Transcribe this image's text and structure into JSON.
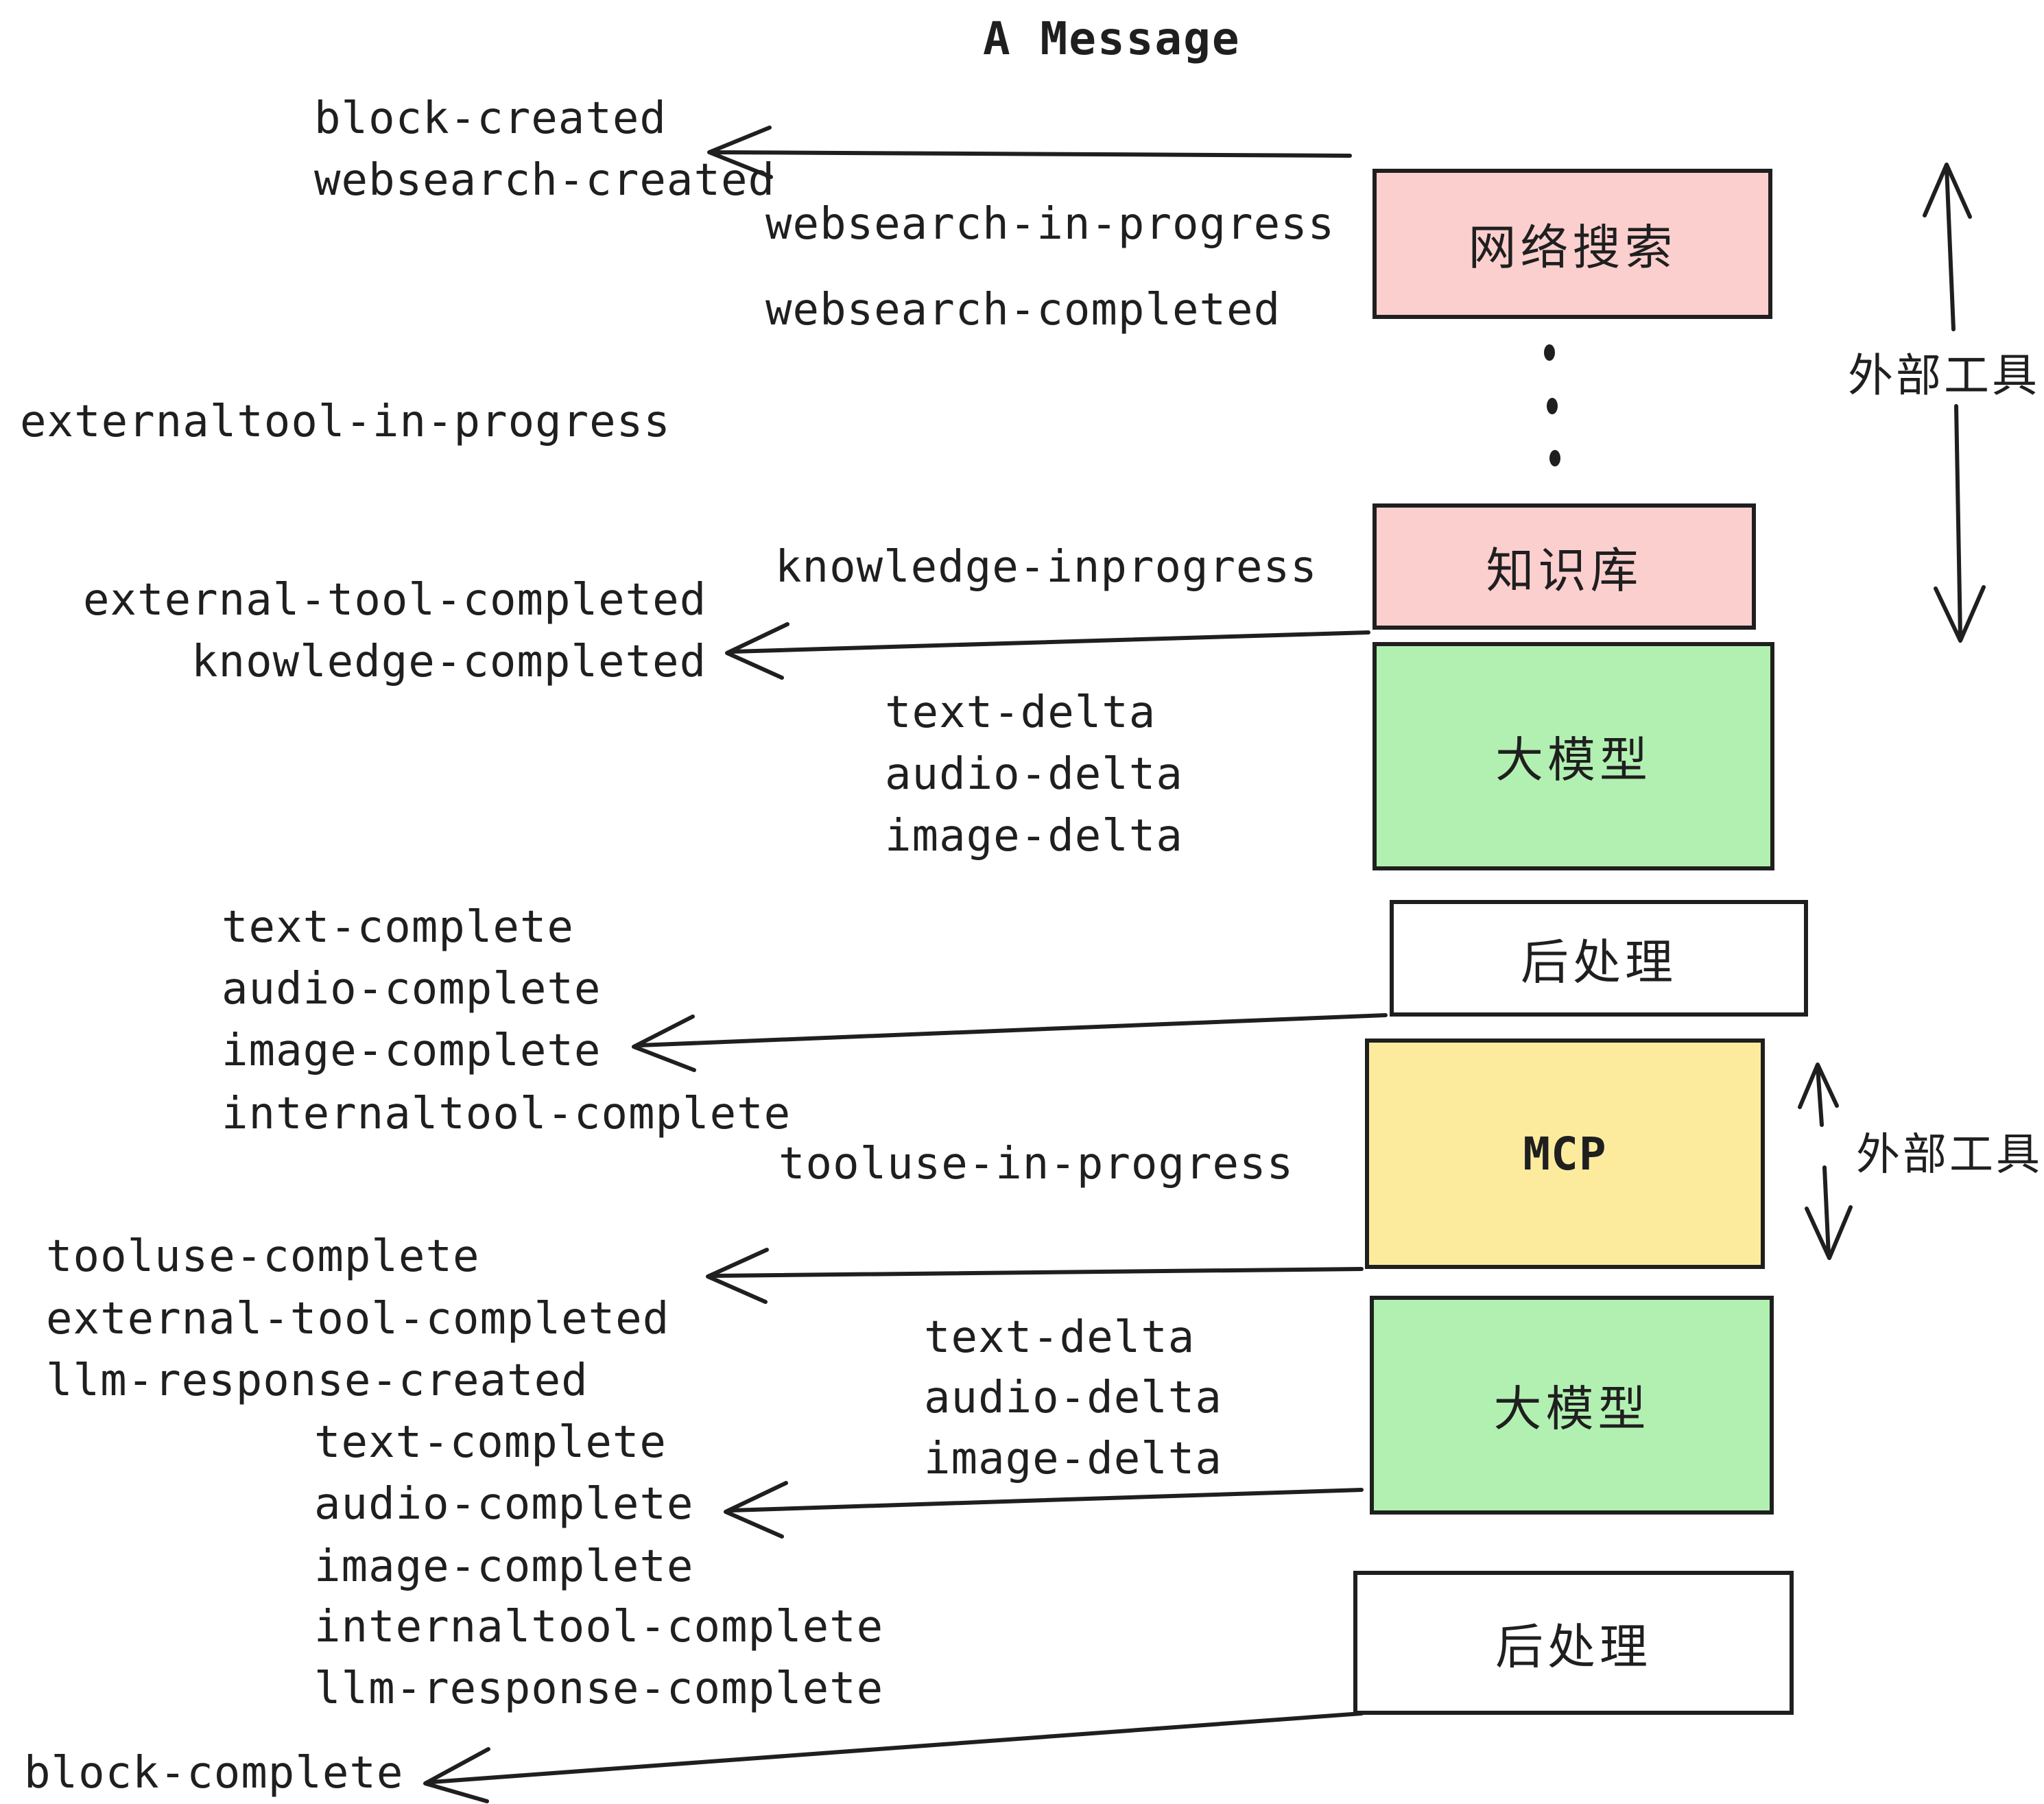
{
  "title": "A Message",
  "colors": {
    "ink": "#1f1f1f",
    "pink": "#fccfcf",
    "green": "#b2f0b2",
    "yellow": "#fdeb9d",
    "boxwhite": "#ffffff"
  },
  "boxes": {
    "websearch": "网络搜索",
    "knowledge": "知识库",
    "llm1": "大模型",
    "post1": "后处理",
    "mcp": "MCP",
    "llm2": "大模型",
    "post2": "后处理"
  },
  "side_labels": {
    "external_tools_top": "外部工具",
    "external_tools_mcp": "外部工具"
  },
  "events": {
    "block_created": "block-created",
    "websearch_created": "websearch-created",
    "websearch_in_progress": "websearch-in-progress",
    "websearch_completed": "websearch-completed",
    "externaltool_in_progress": "externaltool-in-progress",
    "knowledge_inprogress": "knowledge-inprogress",
    "external_tool_completed_1": "external-tool-completed",
    "knowledge_completed": "knowledge-completed",
    "text_delta_1": "text-delta",
    "audio_delta_1": "audio-delta",
    "image_delta_1": "image-delta",
    "text_complete_1": "text-complete",
    "audio_complete_1": "audio-complete",
    "image_complete_1": "image-complete",
    "internaltool_complete_1": "internaltool-complete",
    "tooluse_in_progress": "tooluse-in-progress",
    "tooluse_complete": "tooluse-complete",
    "external_tool_completed_2": "external-tool-completed",
    "llm_response_created": "llm-response-created",
    "text_delta_2": "text-delta",
    "audio_delta_2": "audio-delta",
    "image_delta_2": "image-delta",
    "text_complete_2": "text-complete",
    "audio_complete_2": "audio-complete",
    "image_complete_2": "image-complete",
    "internaltool_complete_2": "internaltool-complete",
    "llm_response_complete": "llm-response-complete",
    "block_complete": "block-complete"
  }
}
